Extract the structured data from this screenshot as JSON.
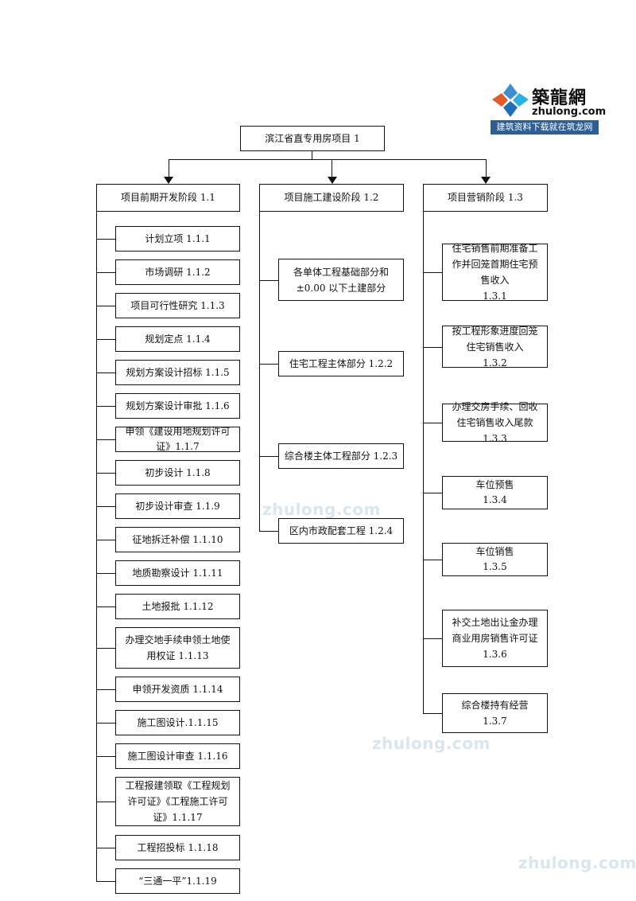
{
  "logo": {
    "name": "築龍網",
    "domain": "zhulong.com",
    "slogan": "建筑资料下载就在筑龙网"
  },
  "watermarks": [
    "zhulong.com",
    "zhulong.com",
    "zhulong.com"
  ],
  "root": {
    "label": "滨江省直专用房项目 1"
  },
  "branches": [
    {
      "label": "项目前期开发阶段 1.1",
      "children": [
        "计划立项 1.1.1",
        "市场调研 1.1.2",
        "项目可行性研究 1.1.3",
        "规划定点 1.1.4",
        "规划方案设计招标 1.1.5",
        "规划方案设计审批 1.1.6",
        "申领《建设用地规划许可\n证》1.1.7",
        "初步设计 1.1.8",
        "初步设计审查 1.1.9",
        "征地拆迁补偿 1.1.10",
        "地质勘察设计 1.1.11",
        "土地报批 1.1.12",
        "办理交地手续申领土地使\n用权证 1.1.13",
        "申领开发资质 1.1.14",
        "施工图设计.1.1.15",
        "施工图设计审查 1.1.16",
        "工程报建领取《工程规划\n许可证》《工程施工许可\n证》1.1.17",
        "工程招投标 1.1.18",
        "“三通一平”1.1.19"
      ]
    },
    {
      "label": "项目施工建设阶段 1.2",
      "children": [
        "各单体工程基础部分和\n±0.00 以下土建部分",
        "住宅工程主体部分 1.2.2",
        "综合楼主体工程部分 1.2.3",
        "区内市政配套工程 1.2.4"
      ]
    },
    {
      "label": "项目营销阶段 1.3",
      "children": [
        "住宅销售前期准备工\n作并回笼首期住宅预\n售收入\n1.3.1",
        "按工程形象进度回笼\n住宅销售收入\n1.3.2",
        "办理交房手续、回收\n住宅销售收入尾款\n1.3.3",
        "车位预售\n1.3.4",
        "车位销售\n1.3.5",
        "补交土地出让金办理\n商业用房销售许可证\n1.3.6",
        "综合楼持有经营\n1.3.7"
      ]
    }
  ]
}
